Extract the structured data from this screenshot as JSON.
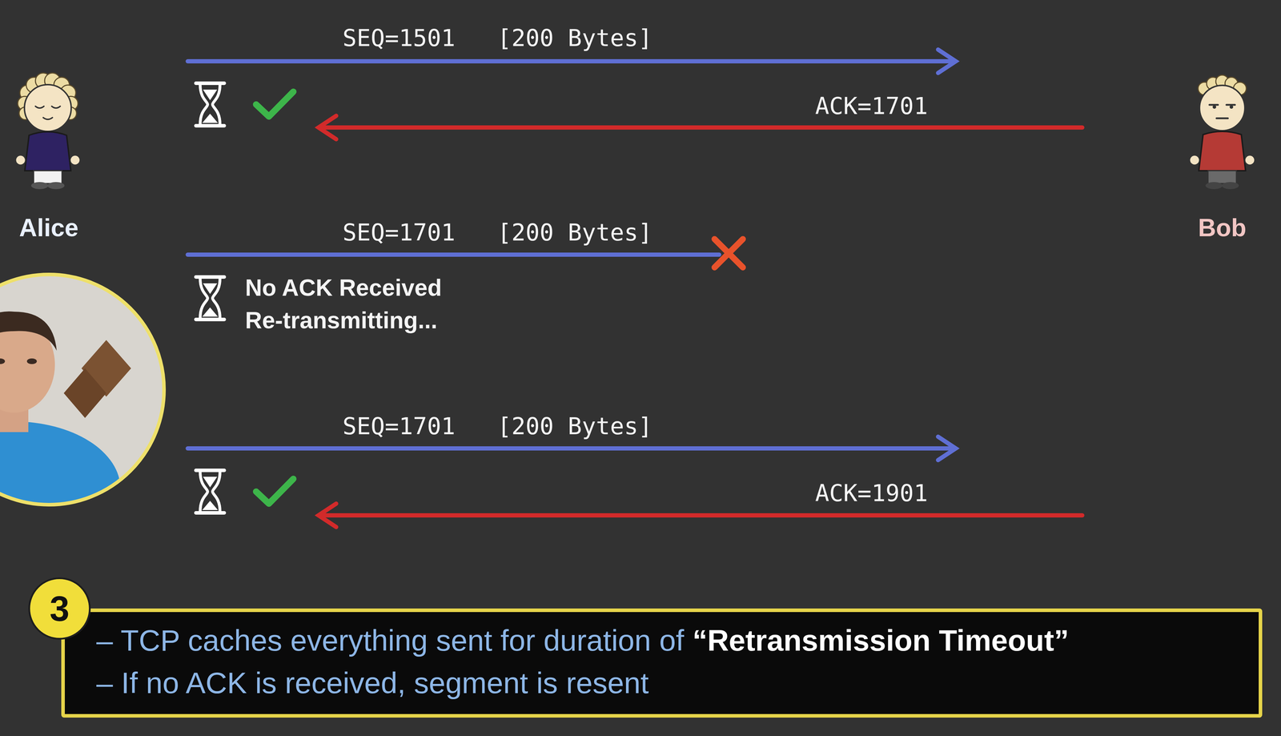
{
  "diagram": {
    "nodes": [
      {
        "text": [
          "3"
        ]
      },
      {
        "text": [
          "– TCP caches everything sent for duration of",
          "“Retransmission Timeout”",
          "– If no ACK is received, segment is resent"
        ]
      }
    ],
    "labels": [
      "SEQ=1501   [200 Bytes]",
      "ACK=1701",
      "Alice",
      "Bob",
      "SEQ=1701   [200 Bytes]",
      "No ACK Received Re-transmitting...",
      "SEQ=1701   [200 Bytes]",
      "ACK=1901"
    ]
  }
}
